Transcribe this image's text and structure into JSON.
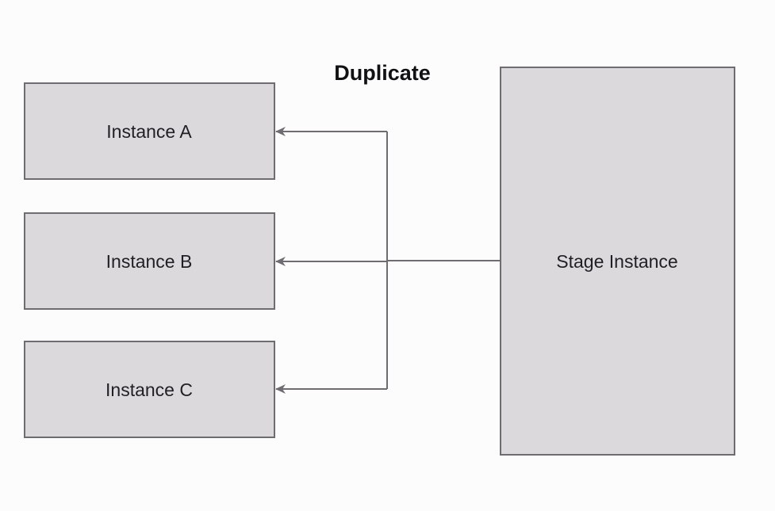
{
  "diagram": {
    "title": "Duplicate",
    "source": {
      "label": "Stage Instance"
    },
    "targets": [
      {
        "label": "Instance A"
      },
      {
        "label": "Instance B"
      },
      {
        "label": "Instance C"
      }
    ],
    "colors": {
      "box_fill": "#dbd9dc",
      "box_stroke": "#6e6c70",
      "connector": "#6e6c70",
      "background": "#fdfcfd",
      "text": "#1f1f24"
    }
  }
}
